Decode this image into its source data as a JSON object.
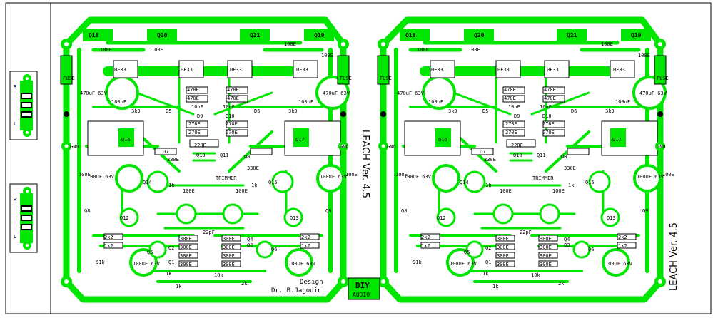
{
  "colors": {
    "copper": "#00e600",
    "silk": "#000000",
    "board": "#ffffff"
  },
  "channel": {
    "q_top": [
      "Q18",
      "Q20",
      "Q21",
      "Q19"
    ],
    "top_res": [
      "100E",
      "100E",
      "100E",
      "100E"
    ],
    "fuse": [
      "FUSE",
      "FUSE"
    ],
    "bd_left": "0E33",
    "bd_mid": [
      "0E33",
      "0E33"
    ],
    "bd_right": "0E33",
    "cap470": [
      "470uF 63V",
      "470uF 63V"
    ],
    "cap100n": [
      "100nF",
      "100nF"
    ],
    "r470": [
      "470E",
      "470E",
      "470E",
      "470E"
    ],
    "c10n": [
      "10nF",
      "10nF"
    ],
    "r270": [
      "270E",
      "270E",
      "270E",
      "270E"
    ],
    "d9": "D9",
    "d10": "D10",
    "d5": "D5",
    "d6": "D6",
    "r3k9": [
      "3k9",
      "3k9"
    ],
    "q16": "Q16",
    "q17": "Q17",
    "gnd": [
      "GND",
      "GND"
    ],
    "d7": "D7",
    "d8": "D8",
    "r330": [
      "330E",
      "330E"
    ],
    "r220": "220E",
    "q10": "Q10",
    "q11": "Q11",
    "cap100u": [
      "100uF 63V",
      "100uF 63V",
      "100uF 63V",
      "100uF 63V"
    ],
    "q14": "Q14",
    "q15": "Q15",
    "q12": "Q12",
    "q13": "Q13",
    "q8": "Q8",
    "q9": "Q9",
    "trimmer": "TRIMMER",
    "r1k": [
      "1k",
      "1k"
    ],
    "r100e": [
      "100E",
      "100E",
      "100E",
      "100E"
    ],
    "r2k2": [
      "2k2",
      "2k2"
    ],
    "r1k2": [
      "1k2",
      "1k2"
    ],
    "r300": [
      "300E",
      "300E",
      "300E",
      "300E",
      "300E",
      "300E",
      "300E",
      "300E"
    ],
    "q5": "Q5",
    "q6": "Q6",
    "q1": "Q1",
    "q2": "Q2",
    "q3": "Q3",
    "q4": "Q4",
    "c22p": "22pF",
    "r1k_lower": [
      "1k",
      "1k"
    ],
    "r2k": "2k",
    "r10k": "10k",
    "r91k": "91k"
  },
  "text": {
    "leach": "LEACH Ver. 4.5",
    "design": "Design",
    "author": "Dr. B.Jagodic",
    "logo_top": "DIY",
    "logo_bottom": "AUDIO"
  },
  "connectors": {
    "top_labels": [
      "R",
      "L"
    ],
    "bottom_labels": [
      "R",
      "L"
    ]
  }
}
